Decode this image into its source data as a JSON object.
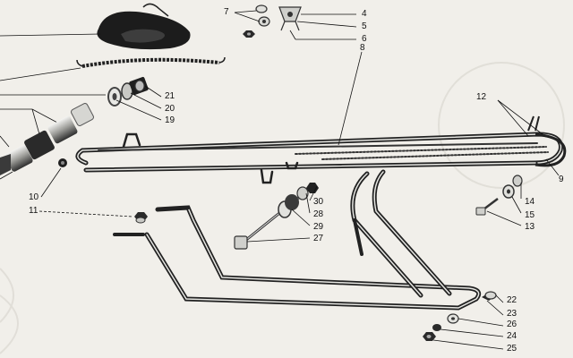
{
  "callouts": [
    "4",
    "5",
    "6",
    "7",
    "8",
    "9",
    "10",
    "11",
    "12",
    "13",
    "14",
    "15",
    "19",
    "20",
    "21",
    "22",
    "23",
    "24",
    "25",
    "26",
    "27",
    "28",
    "29",
    "30"
  ],
  "colors": {
    "background": "#f1efea",
    "ink": "#111111",
    "metal_dark": "#2b2b2b",
    "metal_light": "#d8d8d4"
  }
}
